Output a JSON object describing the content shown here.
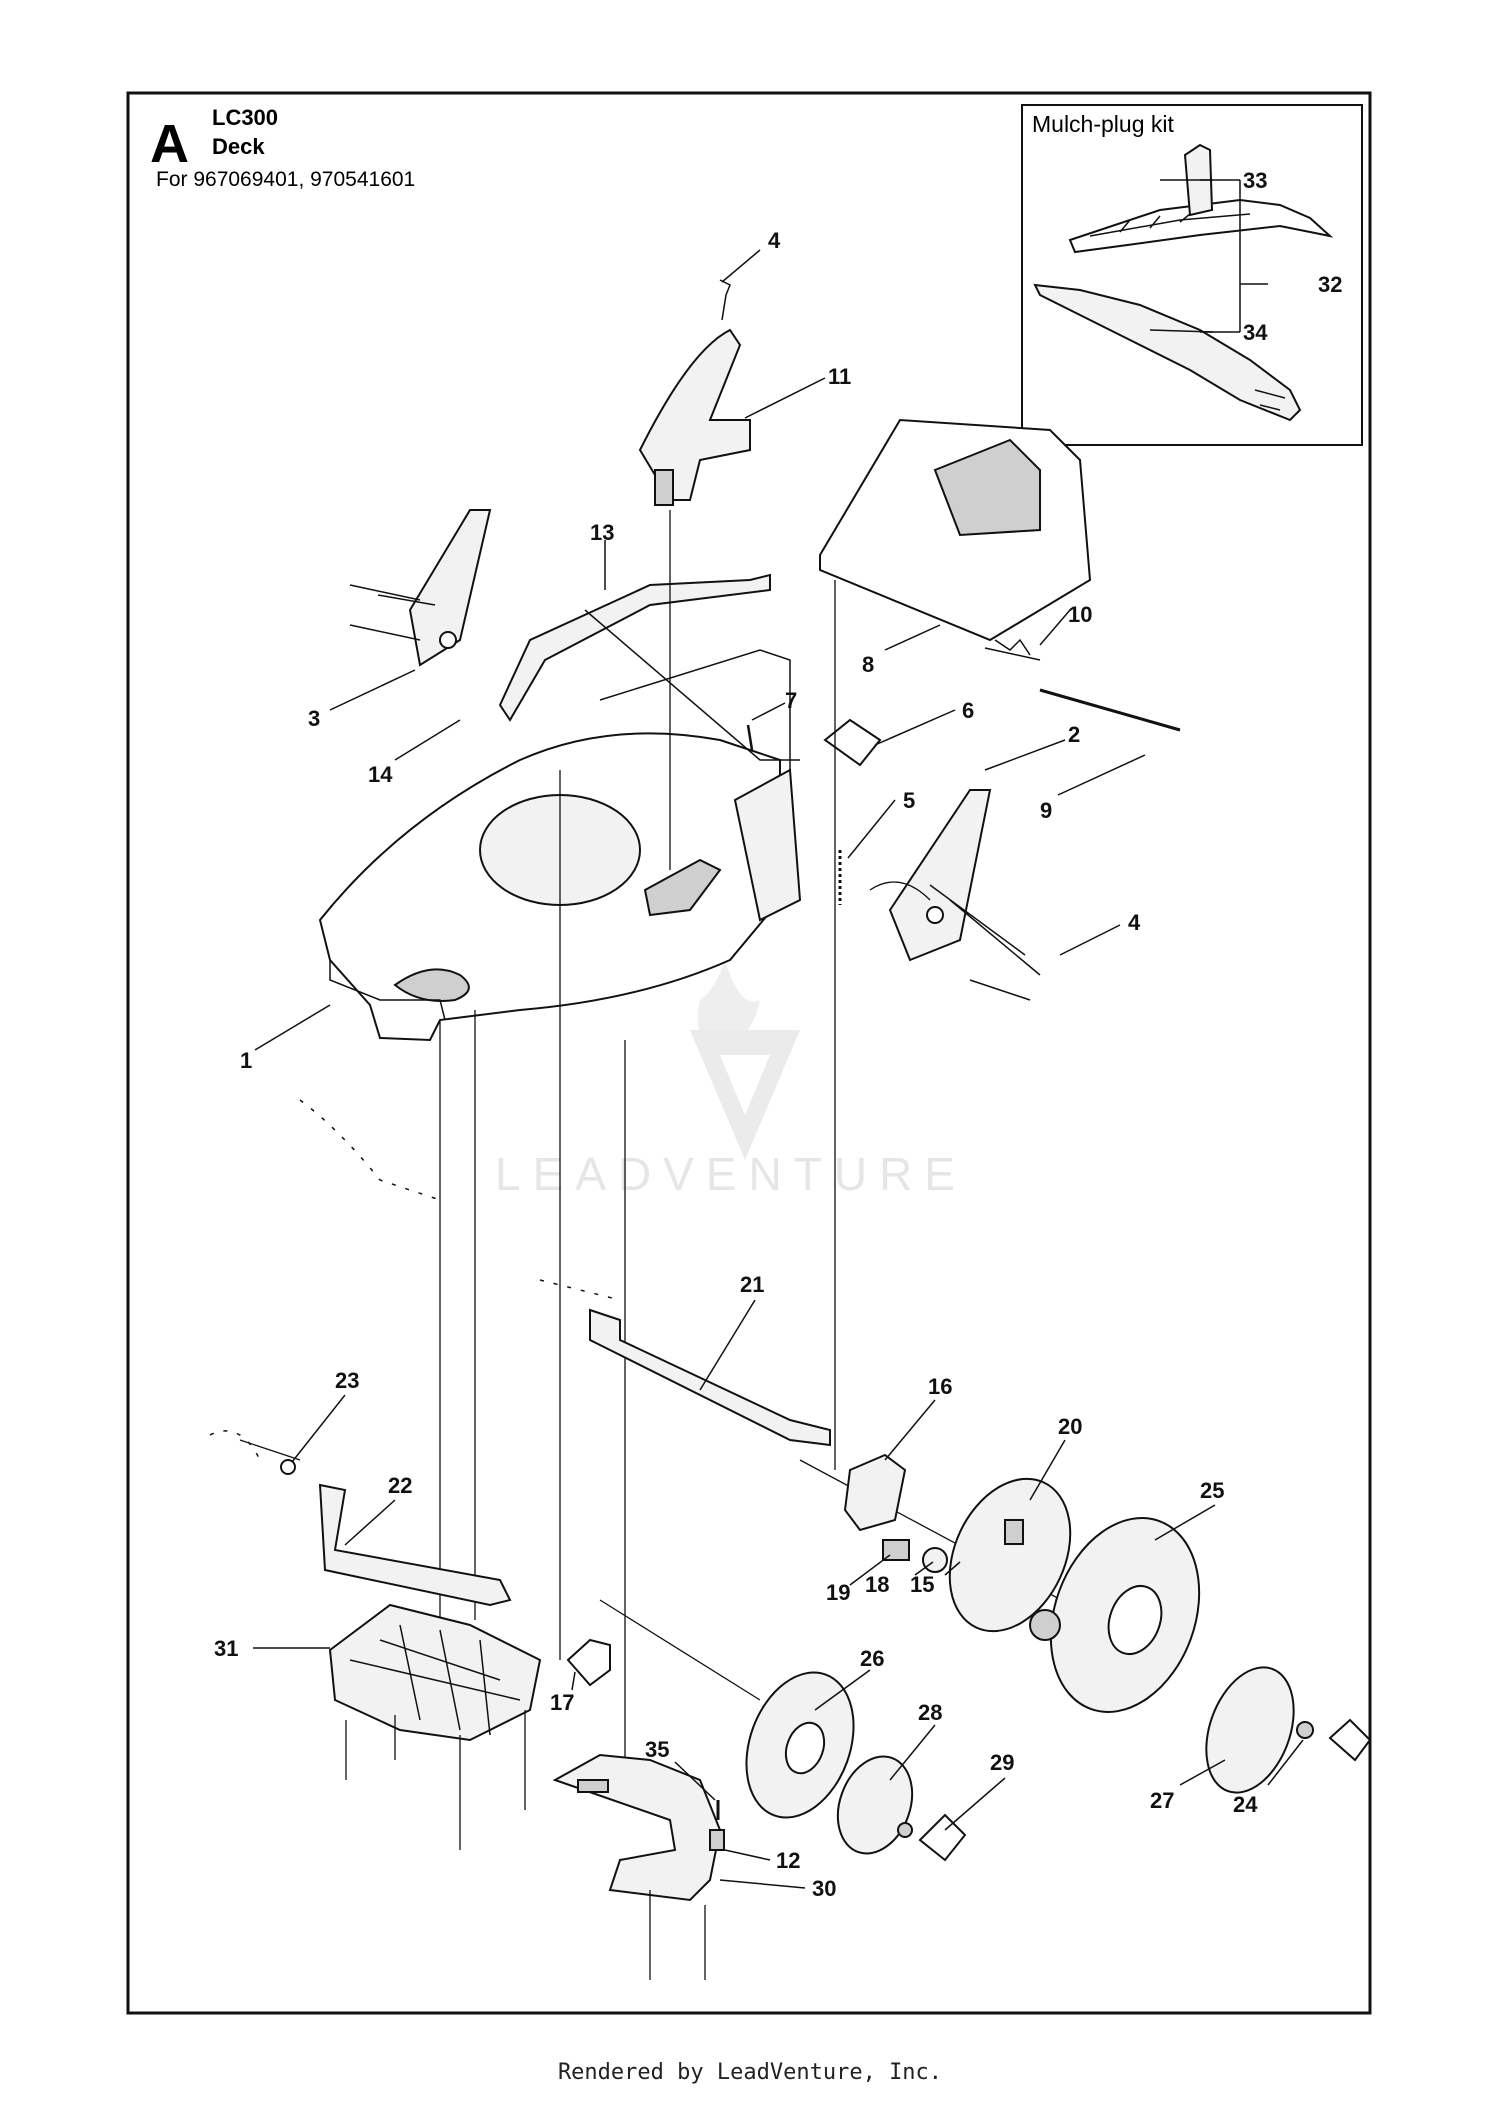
{
  "header": {
    "letter": "A",
    "model": "LC300",
    "section": "Deck",
    "applies_to": "For 967069401, 970541601"
  },
  "inset": {
    "title": "Mulch-plug kit"
  },
  "watermark": {
    "text": "LEADVENTURE"
  },
  "footer": {
    "text": "Rendered by LeadVenture, Inc."
  },
  "callouts": [
    "4",
    "11",
    "13",
    "3",
    "14",
    "7",
    "6",
    "10",
    "8",
    "2",
    "9",
    "5",
    "4",
    "1",
    "21",
    "16",
    "20",
    "25",
    "23",
    "22",
    "19",
    "18",
    "15",
    "31",
    "17",
    "26",
    "28",
    "29",
    "35",
    "12",
    "30",
    "27",
    "24",
    "33",
    "32",
    "34"
  ]
}
